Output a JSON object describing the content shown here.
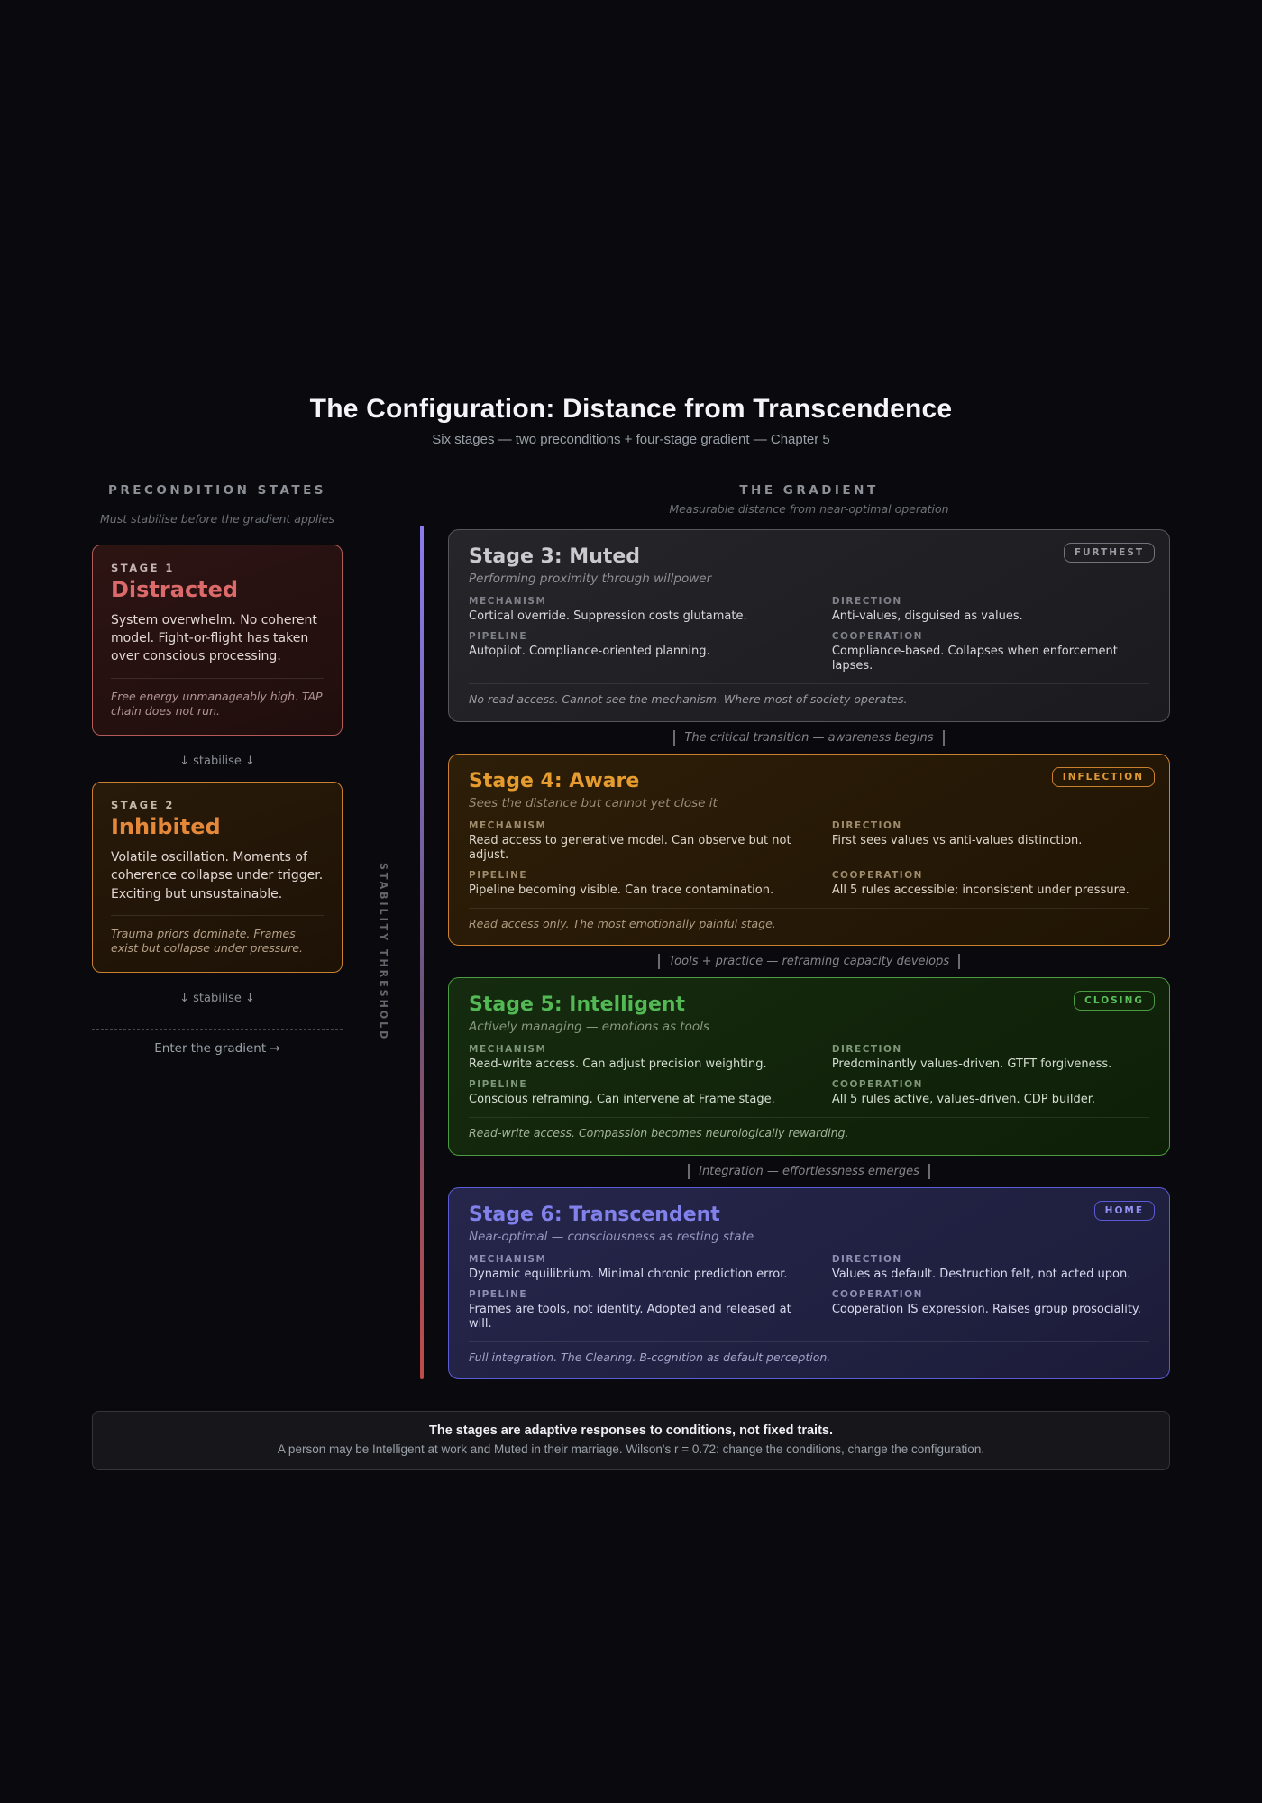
{
  "page": {
    "title": "The Configuration: Distance from Transcendence",
    "subtitle": "Six stages — two preconditions + four-stage gradient — Chapter 5"
  },
  "preconditions": {
    "heading": "PRECONDITION STATES",
    "subheading": "Must stabilise before the gradient applies",
    "stabilise_label": "↓ stabilise ↓",
    "enter_label": "Enter the gradient →",
    "cards": [
      {
        "stage_label": "STAGE 1",
        "title": "Distracted",
        "body": "System overwhelm. No coherent model. Fight-or-flight has taken over conscious processing.",
        "note": "Free energy unmanageably high. TAP chain does not run.",
        "accent": "#dd6a6a"
      },
      {
        "stage_label": "STAGE 2",
        "title": "Inhibited",
        "body": "Volatile oscillation. Moments of coherence collapse under trigger. Exciting but unsustainable.",
        "note": "Trauma priors dominate. Frames exist but collapse under pressure.",
        "accent": "#e5883a"
      }
    ]
  },
  "gradient": {
    "heading": "THE GRADIENT",
    "subheading": "Measurable distance from near-optimal operation",
    "threshold_label": "STABILITY THRESHOLD",
    "field_labels": {
      "mechanism": "MECHANISM",
      "pipeline": "PIPELINE",
      "direction": "DIRECTION",
      "cooperation": "COOPERATION"
    },
    "stages": [
      {
        "title": "Stage 3: Muted",
        "subtitle": "Performing proximity through willpower",
        "badge": "FURTHEST",
        "mechanism": "Cortical override. Suppression costs glutamate.",
        "pipeline": "Autopilot. Compliance-oriented planning.",
        "direction": "Anti-values, disguised as values.",
        "cooperation": "Compliance-based. Collapses when enforcement lapses.",
        "note": "No read access. Cannot see the mechanism. Where most of society operates.",
        "accent": "#cacace"
      },
      {
        "title": "Stage 4: Aware",
        "subtitle": "Sees the distance but cannot yet close it",
        "badge": "INFLECTION",
        "mechanism": "Read access to generative model. Can observe but not adjust.",
        "pipeline": "Pipeline becoming visible. Can trace contamination.",
        "direction": "First sees values vs anti-values distinction.",
        "cooperation": "All 5 rules accessible; inconsistent under pressure.",
        "note": "Read access only. The most emotionally painful stage.",
        "accent": "#e59b2e"
      },
      {
        "title": "Stage 5: Intelligent",
        "subtitle": "Actively managing — emotions as tools",
        "badge": "CLOSING",
        "mechanism": "Read-write access. Can adjust precision weighting.",
        "pipeline": "Conscious reframing. Can intervene at Frame stage.",
        "direction": "Predominantly values-driven. GTFT forgiveness.",
        "cooperation": "All 5 rules active, values-driven. CDP builder.",
        "note": "Read-write access. Compassion becomes neurologically rewarding.",
        "accent": "#53b954"
      },
      {
        "title": "Stage 6: Transcendent",
        "subtitle": "Near-optimal — consciousness as resting state",
        "badge": "HOME",
        "mechanism": "Dynamic equilibrium. Minimal chronic prediction error.",
        "pipeline": "Frames are tools, not identity. Adopted and released at will.",
        "direction": "Values as default. Destruction felt, not acted upon.",
        "cooperation": "Cooperation IS expression. Raises group prosociality.",
        "note": "Full integration. The Clearing. B-cognition as default perception.",
        "accent": "#8181ec"
      }
    ],
    "transitions": [
      "The critical transition — awareness begins",
      "Tools + practice — reframing capacity develops",
      "Integration — effortlessness emerges"
    ]
  },
  "footer": {
    "line1": "The stages are adaptive responses to conditions, not fixed traits.",
    "line2": "A person may be Intelligent at work and Muted in their marriage. Wilson's r = 0.72: change the conditions, change the configuration."
  }
}
